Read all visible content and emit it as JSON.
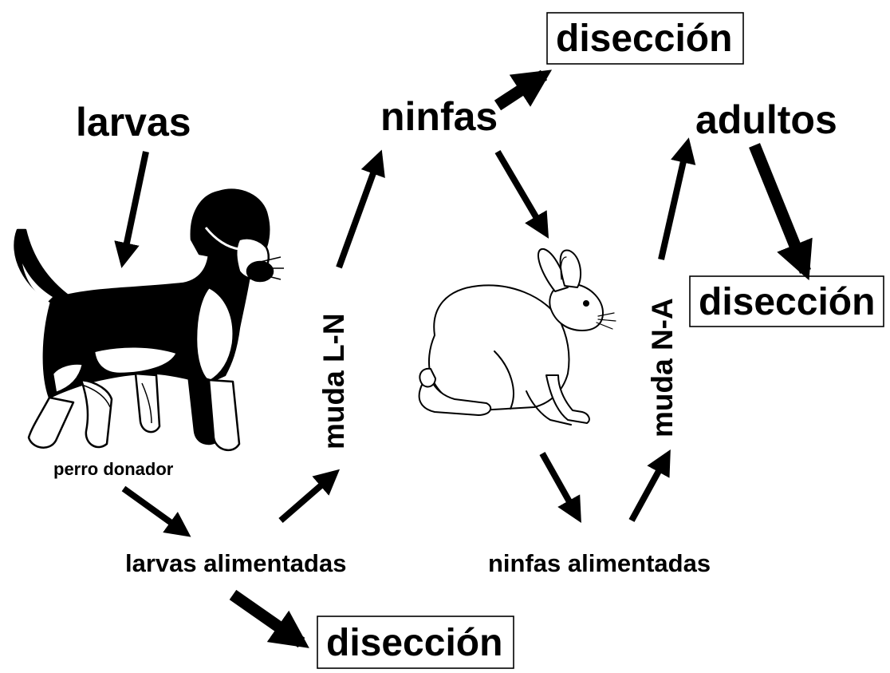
{
  "labels": {
    "larvas": "larvas",
    "ninfas": "ninfas",
    "adultos": "adultos",
    "perro_donador": "perro donador",
    "larvas_alimentadas": "larvas alimentadas",
    "ninfas_alimentadas": "ninfas alimentadas",
    "muda_ln": "muda L-N",
    "muda_na": "muda N-A",
    "diseccion_top": "disección",
    "diseccion_right": "disección",
    "diseccion_bottom": "disección"
  },
  "icons": [
    "dog-illustration",
    "rabbit-illustration"
  ],
  "colors": {
    "ink": "#000000",
    "background": "#ffffff"
  }
}
